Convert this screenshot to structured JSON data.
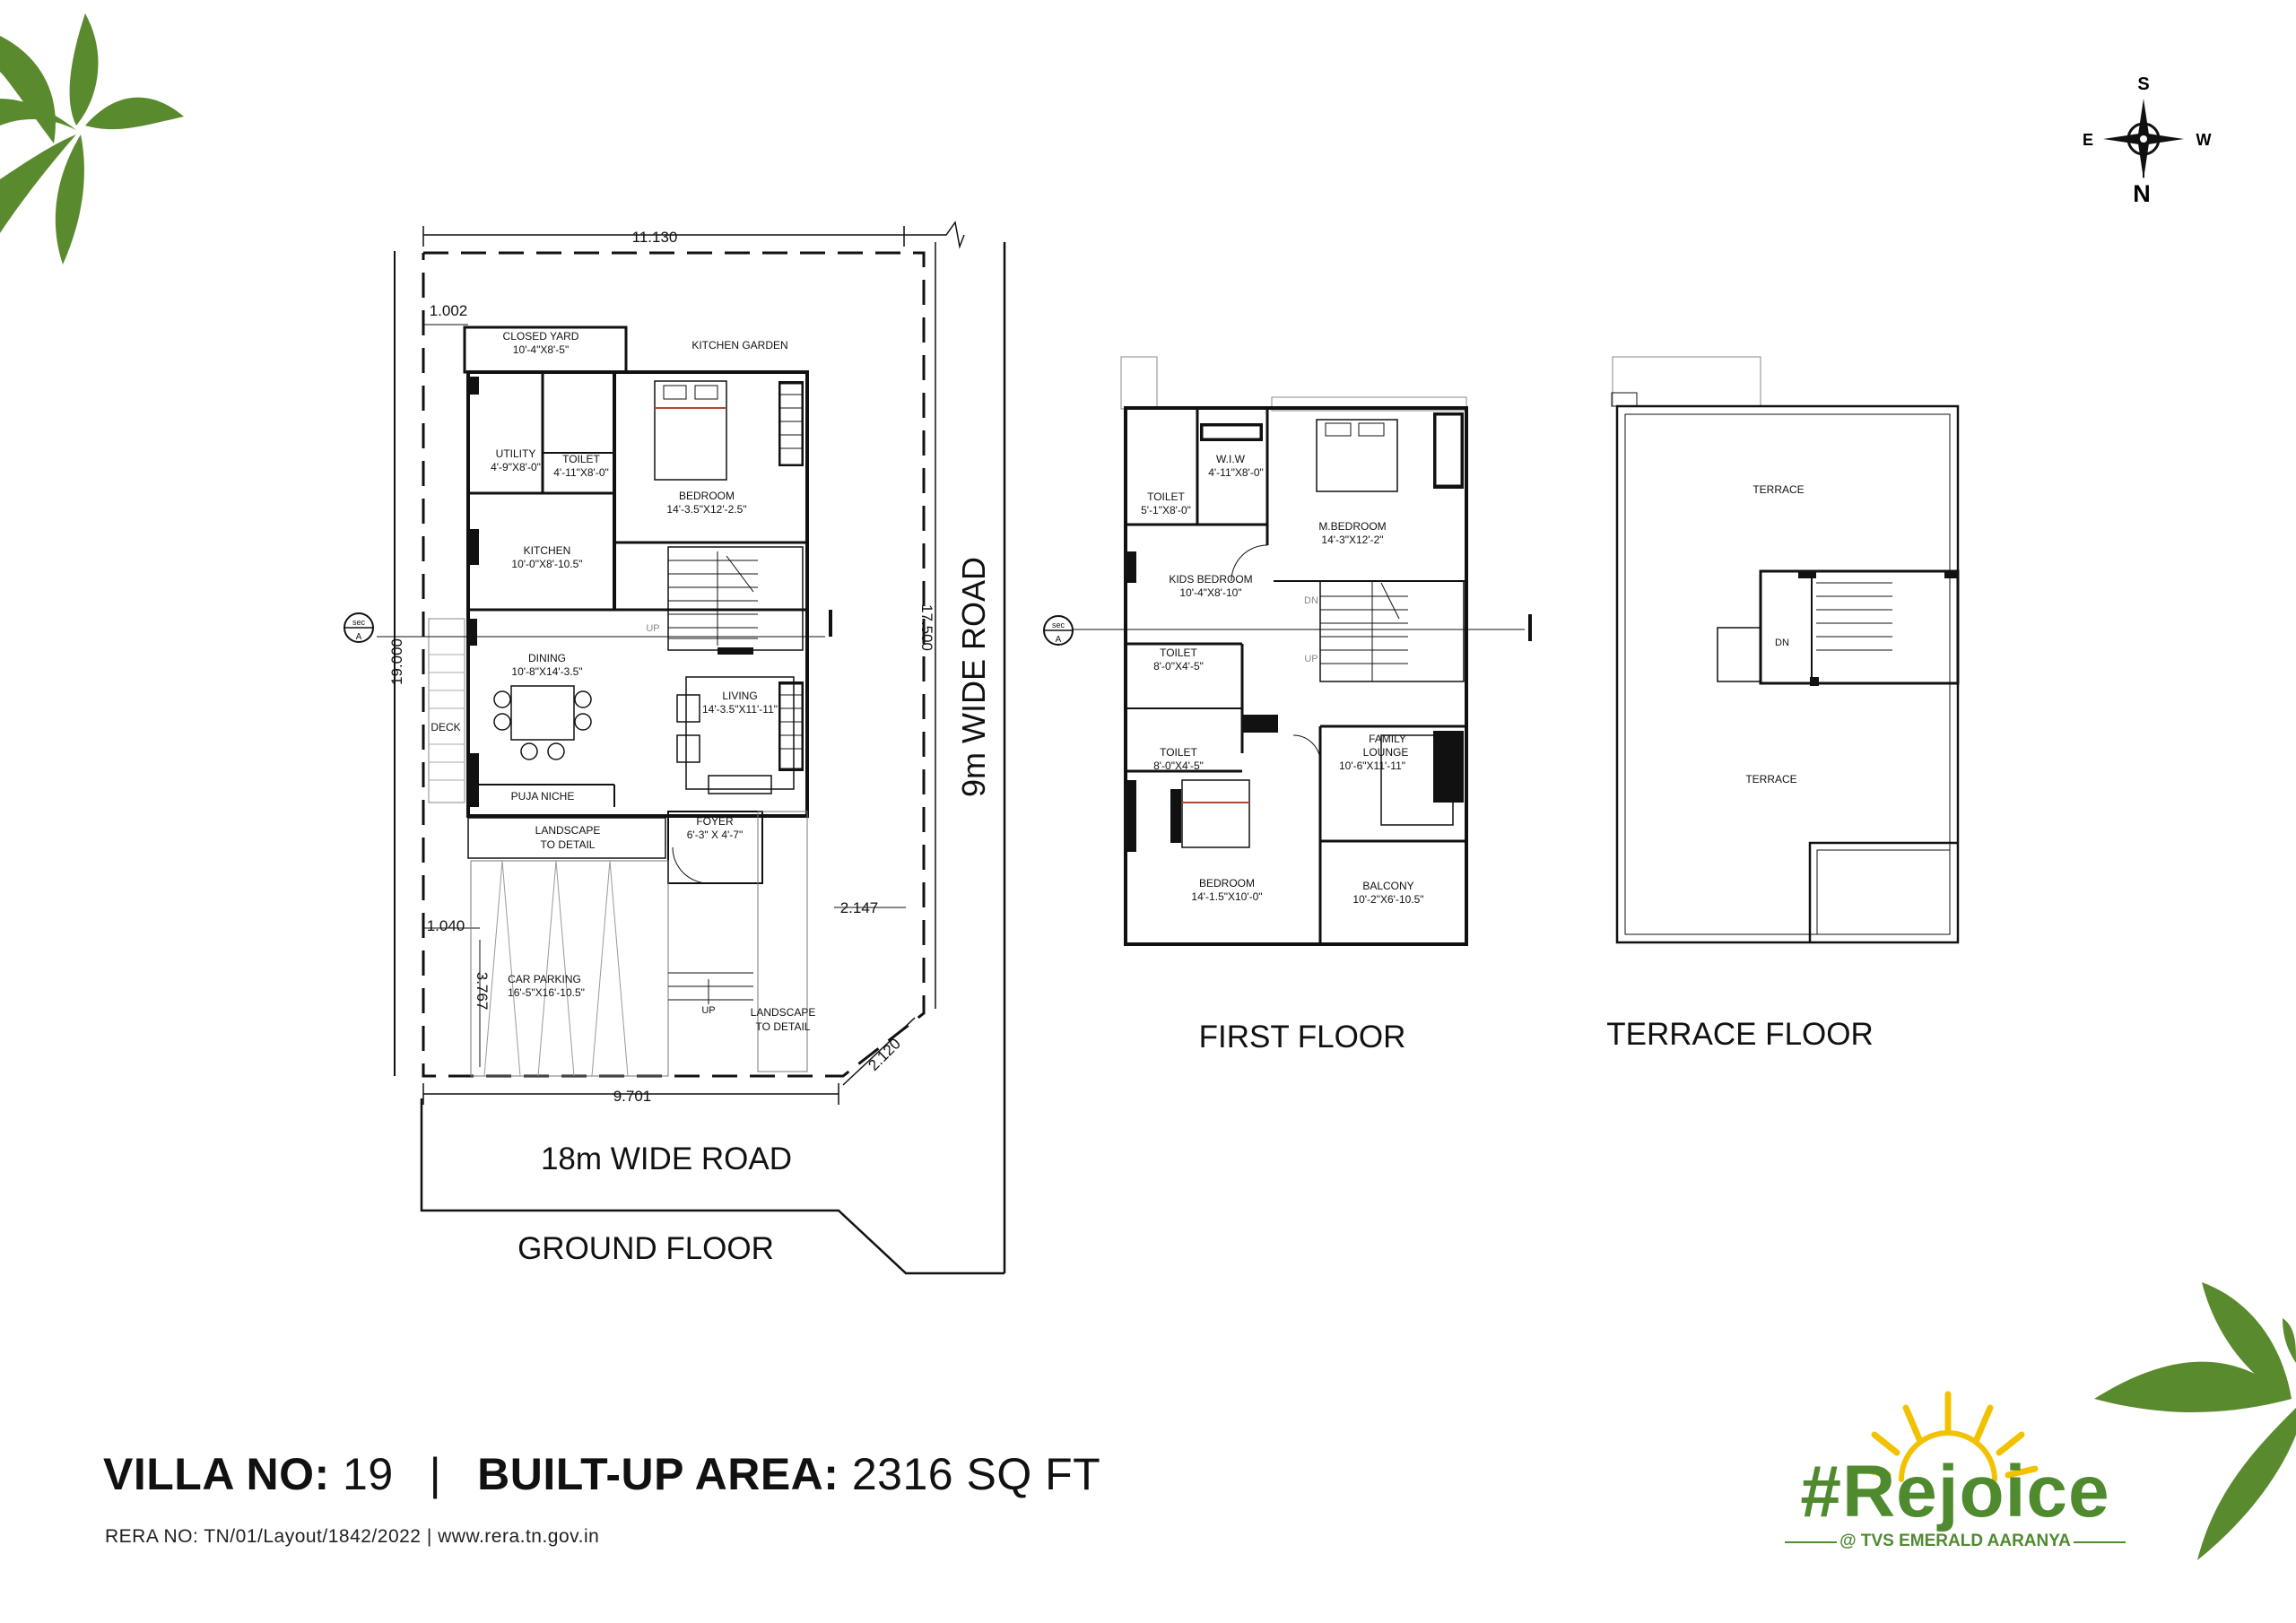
{
  "compass": {
    "s": "S",
    "e": "E",
    "w": "W",
    "n": "N"
  },
  "roads": {
    "side": "9m WIDE ROAD",
    "front": "18m WIDE ROAD"
  },
  "floor_titles": {
    "ground": "GROUND FLOOR",
    "first": "FIRST FLOOR",
    "terrace": "TERRACE FLOOR"
  },
  "section_marker": {
    "top": "sec",
    "bottom": "A"
  },
  "dimensions": {
    "top": "11.130",
    "left": "19.000",
    "right": "17.500",
    "bottom": "9.701",
    "corner": "2.120",
    "d1002": "1.002",
    "d1040": "1.040",
    "d2147": "2.147",
    "d3767": "3.767"
  },
  "ground_floor": {
    "closed_yard": "CLOSED YARD",
    "closed_yard_size": "10'-4\"X8'-5\"",
    "kitchen_garden": "KITCHEN GARDEN",
    "utility": "UTILITY",
    "utility_size": "4'-9\"X8'-0\"",
    "toilet": "TOILET",
    "toilet_size": "4'-11\"X8'-0\"",
    "bedroom": "BEDROOM",
    "bedroom_size": "14'-3.5\"X12'-2.5\"",
    "kitchen": "KITCHEN",
    "kitchen_size": "10'-0\"X8'-10.5\"",
    "dining": "DINING",
    "dining_size": "10'-8\"X14'-3.5\"",
    "living": "LIVING",
    "living_size": "14'-3.5\"X11'-11\"",
    "deck": "DECK",
    "puja": "PUJA NICHE",
    "landscape1a": "LANDSCAPE",
    "landscape1b": "TO DETAIL",
    "foyer": "FOYER",
    "foyer_size": "6'-3\" X 4'-7\"",
    "car_parking": "CAR PARKING",
    "car_parking_size": "16'-5\"X16'-10.5\"",
    "landscape2a": "LANDSCAPE",
    "landscape2b": "TO DETAIL",
    "up": "UP"
  },
  "first_floor": {
    "wiw": "W.I.W",
    "wiw_size": "4'-11\"X8'-0\"",
    "toilet1": "TOILET",
    "toilet1_size": "5'-1\"X8'-0\"",
    "mbedroom": "M.BEDROOM",
    "mbedroom_size": "14'-3\"X12'-2\"",
    "kids": "KIDS BEDROOM",
    "kids_size": "10'-4\"X8'-10\"",
    "toilet2": "TOILET",
    "toilet2_size": "8'-0\"X4'-5\"",
    "toilet3": "TOILET",
    "toilet3_size": "8'-0\"X4'-5\"",
    "family1": "FAMILY",
    "family2": "LOUNGE",
    "family_size": "10'-6\"X11'-11\"",
    "bedroom": "BEDROOM",
    "bedroom_size": "14'-1.5\"X10'-0\"",
    "balcony": "BALCONY",
    "balcony_size": "10'-2\"X6'-10.5\"",
    "dn": "DN",
    "up": "UP"
  },
  "terrace_floor": {
    "terrace1": "TERRACE",
    "terrace2": "TERRACE",
    "dn": "DN"
  },
  "footer": {
    "villa_label": "VILLA NO:",
    "villa_value": "19",
    "separator": "|",
    "area_label": "BUILT-UP AREA:",
    "area_value": "2316 SQ FT",
    "rera": "RERA NO: TN/01/Layout/1842/2022 | www.rera.tn.gov.in"
  },
  "brand": {
    "title": "#Rejoice",
    "subtitle": "@ TVS EMERALD AARANYA"
  },
  "colors": {
    "leaf": "#5a8a2e",
    "brand_green": "#4f8a2f",
    "sun": "#f2c200",
    "ink": "#111111"
  }
}
